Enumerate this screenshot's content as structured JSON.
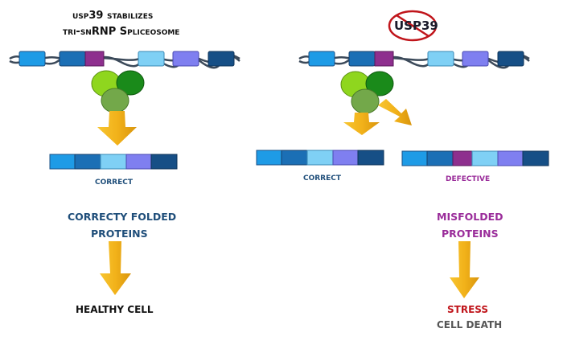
{
  "left": {
    "title_line1": "usp39 stabilizes",
    "title_line2": "tri-snRNP Spliceosome",
    "product_label": "CORRECT",
    "protein_line1": "CORRECTY FOLDED",
    "protein_line2": "PROTEINS",
    "outcome": "HEALTHY CELL"
  },
  "right": {
    "knockout_label": "USP39",
    "correct_label": "CORRECT",
    "defective_label": "DEFECTIVE",
    "protein_line1": "MISFOLDED",
    "protein_line2": "PROTEINS",
    "outcome_line1": "STRESS",
    "outcome_line2": "CELL DEATH"
  },
  "colors": {
    "exon_light_blue": "#1e9be6",
    "exon_mid_blue": "#1b6fb5",
    "exon_purple": "#8e2f8e",
    "exon_sky": "#7fd0f5",
    "exon_lavender": "#7f7ff0",
    "exon_navy": "#164f86",
    "arrow_gold": "#f2b21a",
    "snrnp_lime": "#8fd61e",
    "snrnp_green": "#1a8a1a",
    "snrnp_olive": "#73a84a",
    "text_blue": "#1f4e7a",
    "text_purple": "#9a2c9a",
    "text_red": "#c0151b",
    "text_gray": "#555555"
  }
}
